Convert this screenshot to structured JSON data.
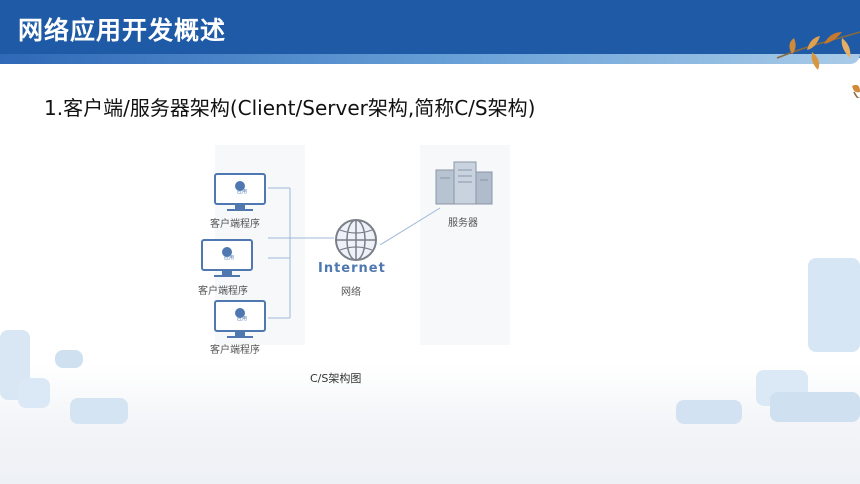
{
  "slide": {
    "title": "网络应用开发概述",
    "heading": "1.客户端/服务器架构(Client/Server架构,简称C/S架构)"
  },
  "diagram": {
    "clients": [
      {
        "label": "客户端程序",
        "screen_text": "应用"
      },
      {
        "label": "客户端程序",
        "screen_text": "应用"
      },
      {
        "label": "客户端程序",
        "screen_text": "应用"
      }
    ],
    "internet": {
      "label": "Internet",
      "sublabel": "网络"
    },
    "server": {
      "label": "服务器"
    },
    "caption": "C/S架构图"
  },
  "colors": {
    "title_bar": "#1f5aa6",
    "accent_light": "#c9dcef",
    "diagram_blue": "#4f78b0"
  },
  "icons": [
    "computer-monitor-icon",
    "globe-icon",
    "server-icon",
    "leaf-branch-icon"
  ]
}
